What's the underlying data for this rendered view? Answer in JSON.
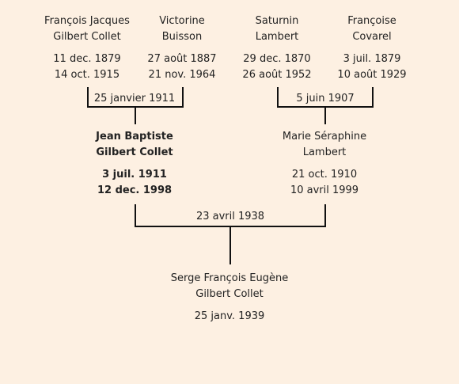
{
  "grandparents": {
    "gf1": {
      "first": "François Jacques",
      "last": "Gilbert Collet",
      "birth": "11 dec. 1879",
      "death": "14 oct. 1915"
    },
    "gm1": {
      "first": "Victorine",
      "last": "Buisson",
      "birth": "27 août 1887",
      "death": "21 nov. 1964"
    },
    "gf2": {
      "first": "Saturnin",
      "last": "Lambert",
      "birth": "29 dec. 1870",
      "death": "26 août 1952"
    },
    "gm2": {
      "first": "Françoise",
      "last": "Covarel",
      "birth": "3 juil. 1879",
      "death": "10 août 1929"
    }
  },
  "marriages": {
    "gp1": "25 janvier 1911",
    "gp2": "5 juin 1907",
    "parents": "23 avril 1938"
  },
  "parents": {
    "father": {
      "first": "Jean Baptiste",
      "last": "Gilbert Collet",
      "birth": "3 juil. 1911",
      "death": "12 dec. 1998"
    },
    "mother": {
      "first": "Marie Séraphine",
      "last": "Lambert",
      "birth": "21 oct. 1910",
      "death": "10 avril 1999"
    }
  },
  "child": {
    "first": "Serge François Eugène",
    "last": "Gilbert Collet",
    "birth": "25 janv. 1939"
  }
}
